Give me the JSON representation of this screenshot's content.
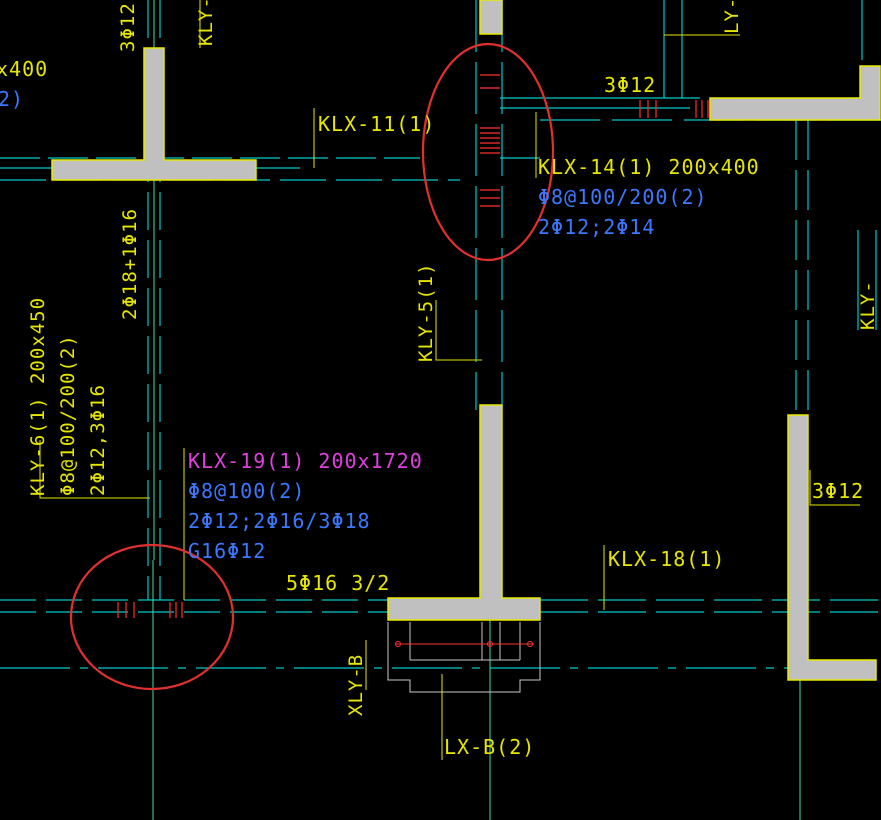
{
  "colors": {
    "background": "#000000",
    "wall_fill": "#c0c0c0",
    "wall_edge": "#e8e800",
    "axis_line": "#00c8c8",
    "grid_line": "#40e0a0",
    "label_yellow": "#e6e600",
    "label_blue": "#3c78ff",
    "label_magenta": "#e040e0",
    "rebar_red": "#ff3030",
    "highlight_circle": "#e03030"
  },
  "labels": {
    "top_left_size": "x400",
    "top_left_sub": "2)",
    "top_left_rebar_vertical": "3Φ12",
    "top_klx11": "KLX-11(1)",
    "top_3phi12": "3Φ12",
    "klx14_name": "KLX-14(1) 200x400",
    "klx14_stirrup": "Φ8@100/200(2)",
    "klx14_main": "2Φ12;2Φ14",
    "left_vertical_rebar": "2Φ18+1Φ16",
    "kly5": "KLY-5(1)",
    "kly6_name": "KLY-6(1) 200x450",
    "kly6_stirrup": "Φ8@100/200(2)",
    "kly6_main": "2Φ12,3Φ16",
    "klx19_name": "KLX-19(1) 200x1720",
    "klx19_stirrup": "Φ8@100(2)",
    "klx19_main": "2Φ12;2Φ16/3Φ18",
    "klx19_side": "G16Φ12",
    "bottom_5phi16": "5Φ16 3/2",
    "klx18": "KLX-18(1)",
    "right_3phi12": "3Φ12",
    "xly_b": "XLY-B",
    "lx_b": "LX-B(2)",
    "top_kly_partial": "KLY-",
    "top_right_partial": "LY-",
    "right_edge_partial": "KLY-"
  }
}
